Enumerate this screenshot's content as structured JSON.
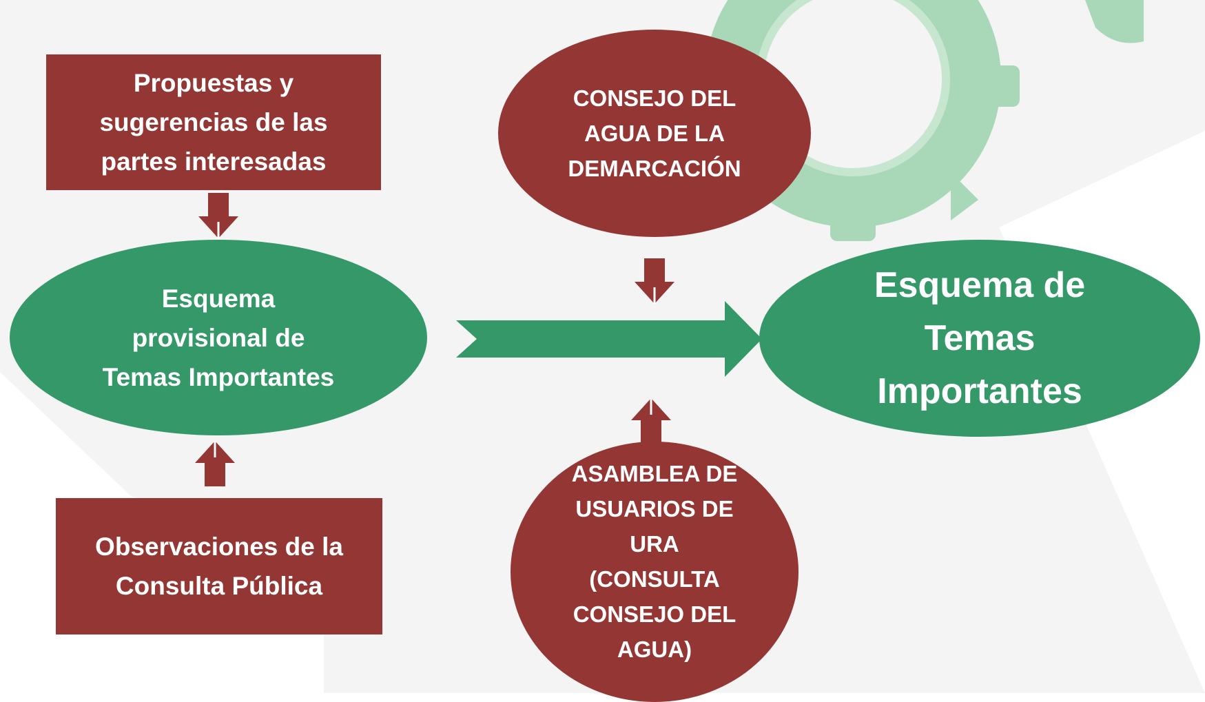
{
  "colors": {
    "node_red": "#943634",
    "node_green": "#349868",
    "gear_green": "#a9d8b8",
    "background_shape": "#f4f4f4",
    "text": "#ffffff"
  },
  "nodes": {
    "propuestas": "Propuestas y\nsugerencias de las\npartes interesadas",
    "esquema_provisional": "Esquema\nprovisional de\nTemas Importantes",
    "observaciones": "Observaciones de la\nConsulta Pública",
    "consejo": "CONSEJO DEL\nAGUA DE LA\nDEMARCACIÓN",
    "asamblea": "ASAMBLEA DE\nUSUARIOS DE\nURA\n(CONSULTA\nCONSEJO DEL\nAGUA)",
    "esquema_final": "Esquema de\nTemas\nImportantes"
  },
  "icons": {
    "arrow_down": "arrow-down-icon",
    "arrow_up": "arrow-up-icon",
    "arrow_right": "chevron-arrow-right-icon",
    "gear": "gear-icon"
  }
}
